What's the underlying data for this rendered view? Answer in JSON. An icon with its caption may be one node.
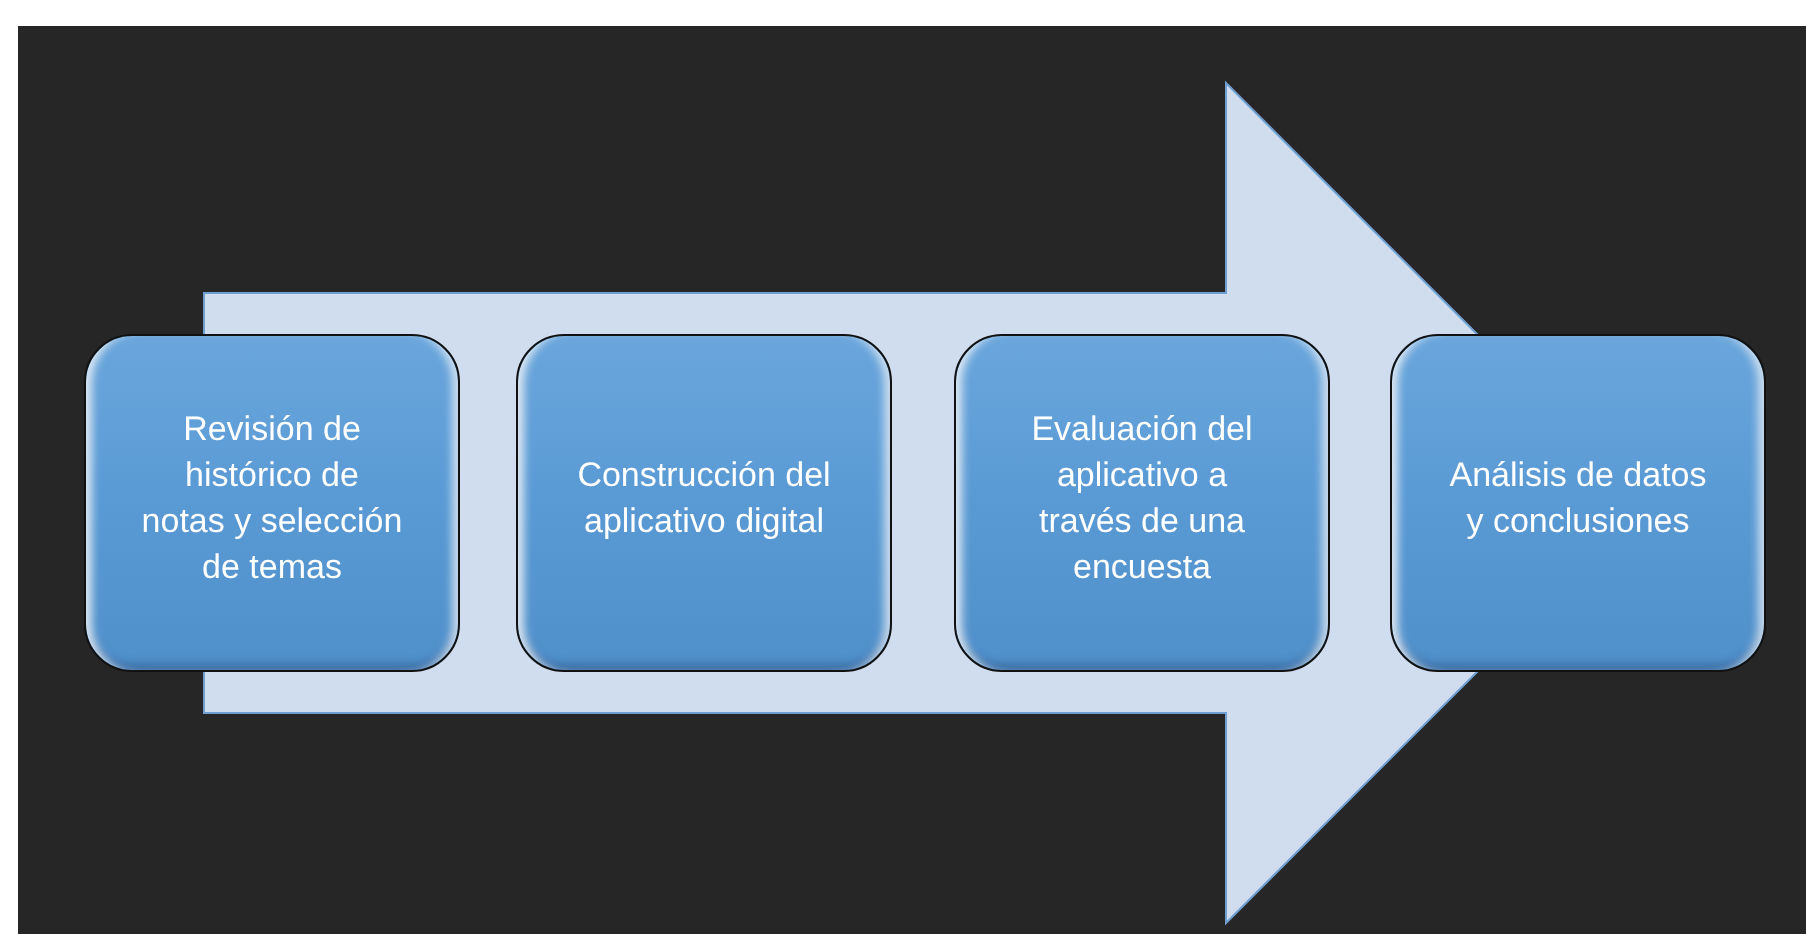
{
  "diagram": {
    "nodes": [
      {
        "text": [
          "Revisión de histórico de notas y selección de temas"
        ]
      },
      {
        "text": [
          "Construcción del aplicativo digital"
        ]
      },
      {
        "text": [
          "Evaluación del aplicativo a través de una encuesta"
        ]
      },
      {
        "text": [
          "Análisis de datos y conclusiones"
        ]
      }
    ],
    "edges": [
      {
        "from": 0,
        "to": 3,
        "arrow": "to",
        "style": "thick"
      }
    ]
  }
}
